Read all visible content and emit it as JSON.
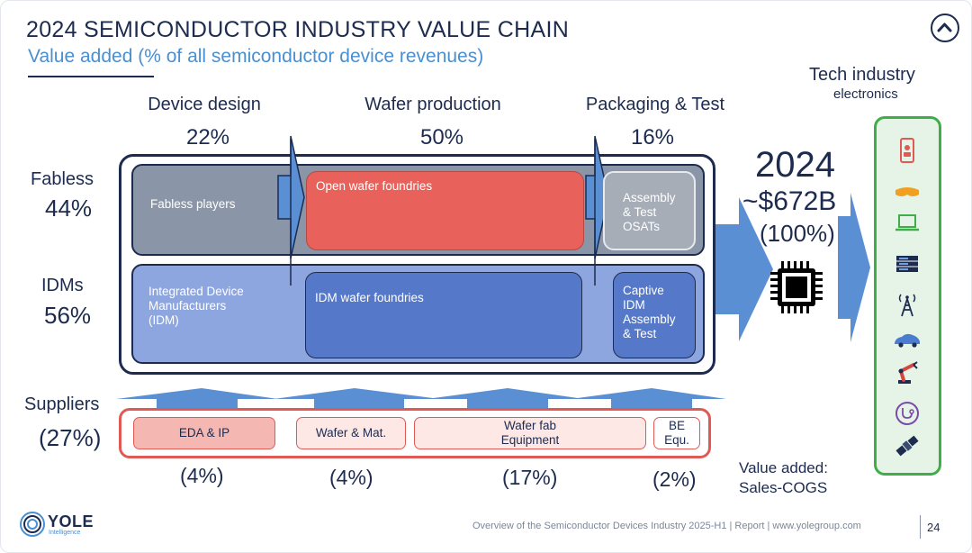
{
  "header": {
    "title": "2024 SEMICONDUCTOR INDUSTRY VALUE CHAIN",
    "subtitle": "Value added (% of all semiconductor device revenues)"
  },
  "stages": [
    {
      "label": "Device design",
      "pct": "22%"
    },
    {
      "label": "Wafer production",
      "pct": "50%"
    },
    {
      "label": "Packaging & Test",
      "pct": "16%"
    }
  ],
  "rows": {
    "fabless": {
      "label": "Fabless",
      "pct": "44%"
    },
    "idm": {
      "label": "IDMs",
      "pct": "56%"
    },
    "suppliers": {
      "label": "Suppliers",
      "pct": "(27%)"
    }
  },
  "boxes": {
    "fabless_players": "Fabless players",
    "open_foundries": "Open wafer foundries",
    "osat": "Assembly\n& Test\nOSATs",
    "idm_makers": "Integrated Device\nManufacturers\n(IDM)",
    "idm_foundries": "IDM wafer foundries",
    "captive": "Captive\nIDM\nAssembly\n& Test"
  },
  "suppliers": [
    {
      "label": "EDA & IP",
      "pct": "(4%)"
    },
    {
      "label": "Wafer & Mat.",
      "pct": "(4%)"
    },
    {
      "label": "Wafer fab\nEquipment",
      "pct": "(17%)"
    },
    {
      "label": "BE\nEqu.",
      "pct": "(2%)"
    }
  ],
  "market": {
    "year": "2024",
    "value": "~$672B",
    "pct": "(100%)"
  },
  "tech": {
    "title": "Tech industry",
    "subtitle": "electronics",
    "icons": [
      "smartphone-icon",
      "vr-headset-icon",
      "laptop-icon",
      "server-icon",
      "antenna-icon",
      "car-icon",
      "robot-arm-icon",
      "medical-icon",
      "satellite-icon"
    ]
  },
  "value_note": "Value added:\nSales-COGS",
  "footer": {
    "text": "Overview of the Semiconductor Devices Industry 2025-H1 | Report | www.yolegroup.com",
    "page": "24",
    "logo_name": "YOLE",
    "logo_sub": "Intelligence"
  },
  "colors": {
    "navy": "#1d2b4f",
    "accent_blue": "#4a8fd0",
    "fabless_gray": "#8a96a8",
    "foundry_red": "#e8615a",
    "idm_blue": "#5579c8",
    "idm_light": "#8ea6df",
    "supplier_red": "#e05a55",
    "tech_green": "#3fae49"
  }
}
